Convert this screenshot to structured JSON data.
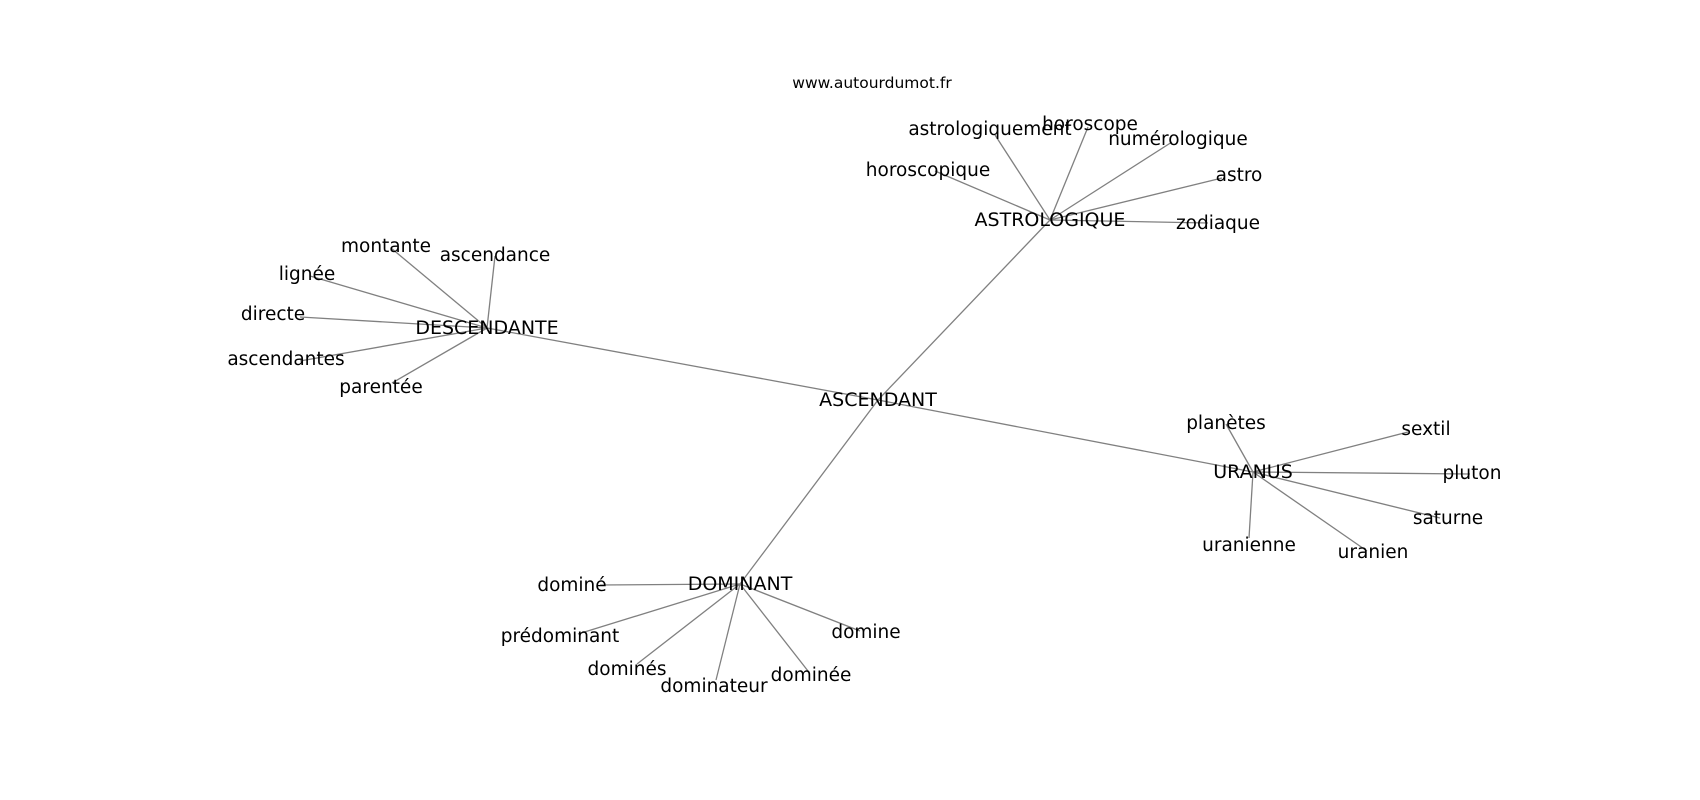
{
  "source": "www.autourdumot.fr",
  "graph": {
    "center": "ASCENDANT",
    "hubs": [
      {
        "label": "ASTROLOGIQUE",
        "leaves": [
          "astrologiquement",
          "horoscope",
          "numérologique",
          "horoscopique",
          "astro",
          "zodiaque"
        ]
      },
      {
        "label": "DESCENDANTE",
        "leaves": [
          "montante",
          "ascendance",
          "lignée",
          "directe",
          "ascendantes",
          "parentée"
        ]
      },
      {
        "label": "URANUS",
        "leaves": [
          "planètes",
          "sextil",
          "pluton",
          "saturne",
          "uranienne",
          "uranien"
        ]
      },
      {
        "label": "DOMINANT",
        "leaves": [
          "dominé",
          "prédominant",
          "dominés",
          "dominateur",
          "dominée",
          "domine"
        ]
      }
    ]
  },
  "colors": {
    "edge": "#808080",
    "text": "#000000",
    "background": "#ffffff"
  }
}
